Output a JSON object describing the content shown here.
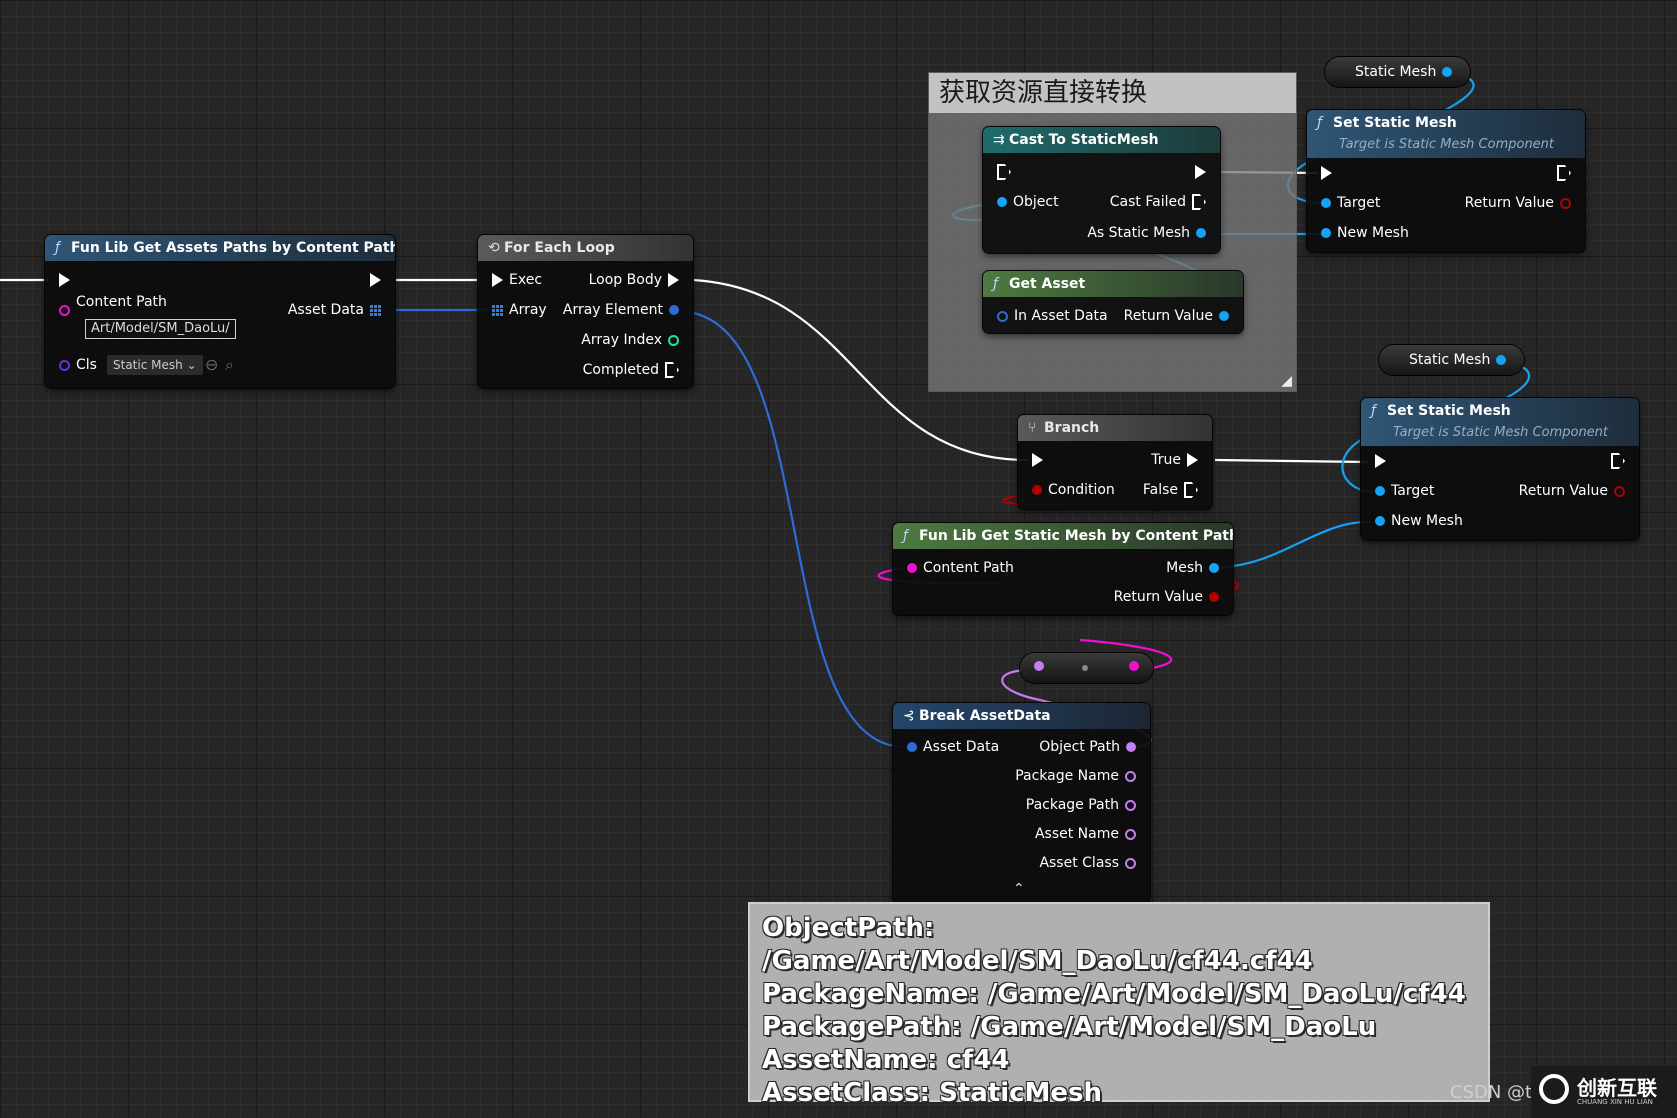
{
  "colors": {
    "exec": "#ffffff",
    "object": "#16a3f5",
    "string": "#f010d0",
    "bool": "#b00000",
    "struct": "#2d6cd8",
    "integer": "#1fe0a0",
    "name": "#c47ef0",
    "class": "#6a2cd6"
  },
  "nodes": {
    "get_assets_paths": {
      "title": "Fun Lib Get Assets Paths by Content Path",
      "pin_content_path": "Content Path",
      "content_path_value": "Art/Model/SM_DaoLu/",
      "pin_asset_data": "Asset Data",
      "pin_cls": "Cls",
      "cls_value": "Static Mesh"
    },
    "for_each": {
      "title": "For Each Loop",
      "pin_exec": "Exec",
      "pin_array": "Array",
      "pin_loop_body": "Loop Body",
      "pin_array_element": "Array Element",
      "pin_array_index": "Array Index",
      "pin_completed": "Completed"
    },
    "comment": {
      "title": "获取资源直接转换"
    },
    "cast": {
      "title": "Cast To StaticMesh",
      "pin_object": "Object",
      "pin_cast_failed": "Cast Failed",
      "pin_as_static_mesh": "As Static Mesh"
    },
    "get_asset": {
      "title": "Get Asset",
      "pin_in_asset_data": "In Asset Data",
      "pin_return_value": "Return Value"
    },
    "static_mesh_var_1": {
      "label": "Static Mesh"
    },
    "set_static_mesh_1": {
      "title": "Set Static Mesh",
      "subtitle": "Target is Static Mesh Component",
      "pin_target": "Target",
      "pin_return_value": "Return Value",
      "pin_new_mesh": "New Mesh"
    },
    "static_mesh_var_2": {
      "label": "Static Mesh"
    },
    "set_static_mesh_2": {
      "title": "Set Static Mesh",
      "subtitle": "Target is Static Mesh Component",
      "pin_target": "Target",
      "pin_return_value": "Return Value",
      "pin_new_mesh": "New Mesh"
    },
    "branch": {
      "title": "Branch",
      "pin_condition": "Condition",
      "pin_true": "True",
      "pin_false": "False"
    },
    "get_static_mesh": {
      "title": "Fun Lib Get Static Mesh by Content Path",
      "pin_content_path": "Content Path",
      "pin_mesh": "Mesh",
      "pin_return_value": "Return Value"
    },
    "break_asset_data": {
      "title": "Break AssetData",
      "pin_asset_data": "Asset Data",
      "pin_object_path": "Object Path",
      "pin_package_name": "Package Name",
      "pin_package_path": "Package Path",
      "pin_asset_name": "Asset Name",
      "pin_asset_class": "Asset Class"
    }
  },
  "tooltip": {
    "lines": [
      "ObjectPath: /Game/Art/Model/SM_DaoLu/cf44.cf44",
      "PackageName: /Game/Art/Model/SM_DaoLu/cf44",
      "PackagePath: /Game/Art/Model/SM_DaoLu",
      "AssetName: cf44",
      "AssetClass: StaticMesh"
    ]
  },
  "watermark": {
    "csdn": "CSDN @t",
    "brand": "创新互联",
    "brand_sub": "CHUANG XIN HU LIAN"
  }
}
